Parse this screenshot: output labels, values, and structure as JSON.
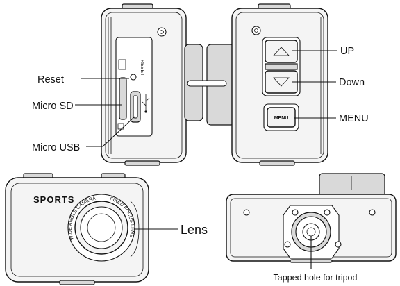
{
  "labels": {
    "reset": "Reset",
    "micro_sd": "Micro SD",
    "micro_usb": "Micro USB",
    "up": "UP",
    "down": "Down",
    "menu": "MENU",
    "lens": "Lens",
    "tripod": "Tapped hole for tripod"
  },
  "device_text": {
    "brand": "SPORTS",
    "menu_button": "MENU",
    "reset_panel": "RESET",
    "lens_ring_left": "WIDE ANGLE CAMERA",
    "lens_ring_right": "FIXED FOCUS LENS"
  }
}
